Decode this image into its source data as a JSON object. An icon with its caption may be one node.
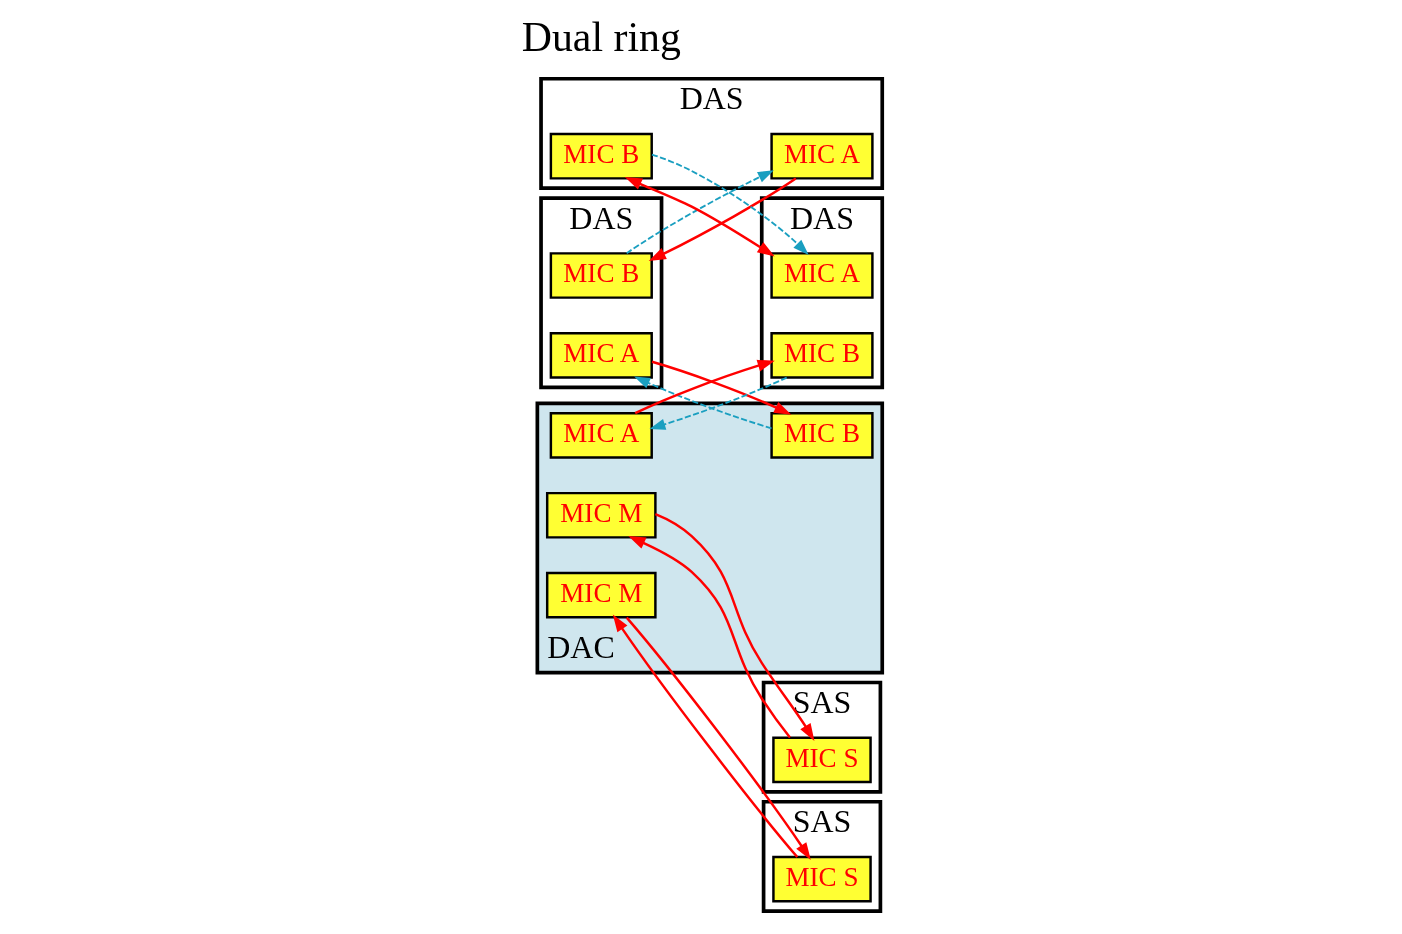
{
  "diagram": {
    "nodes": [
      {
        "text": [
          "DAS"
        ]
      },
      {
        "text": [
          "MIC B"
        ],
        "in": 0
      },
      {
        "text": [
          "MIC A"
        ],
        "in": 0
      },
      {
        "text": [
          "DAS"
        ]
      },
      {
        "text": [
          "MIC A"
        ],
        "in": 3
      },
      {
        "text": [
          "MIC B"
        ],
        "in": 3
      },
      {
        "text": [
          "DAC"
        ]
      },
      {
        "text": [
          "MIC B"
        ],
        "in": 6
      },
      {
        "text": [
          "MIC M"
        ],
        "in": 6
      },
      {
        "text": [
          "MIC A"
        ],
        "in": 6
      },
      {
        "text": [
          "MIC M"
        ],
        "in": 6
      },
      {
        "text": [
          "SAS"
        ]
      },
      {
        "text": [
          "MIC S"
        ],
        "in": 11
      },
      {
        "text": [
          "SAS"
        ]
      },
      {
        "text": [
          "MIC S"
        ],
        "in": 13
      },
      {
        "text": [
          "DAS"
        ]
      },
      {
        "text": [
          "MIC A"
        ],
        "in": 15
      },
      {
        "text": [
          "MIC B"
        ],
        "in": 15
      }
    ],
    "edges": [
      {
        "from": 4,
        "to": 1,
        "arrow": "to"
      },
      {
        "from": 2,
        "to": 7,
        "arrow": "to"
      },
      {
        "from": 9,
        "to": 17,
        "arrow": "to"
      },
      {
        "from": 16,
        "to": 5,
        "arrow": "both"
      },
      {
        "from": 1,
        "to": 4,
        "arrow": "to",
        "style": "dashed",
        "color": "#1a9fc0"
      },
      {
        "from": 7,
        "to": 2,
        "arrow": "to",
        "style": "dashed",
        "color": "#1a9fc0"
      },
      {
        "from": 17,
        "to": 9,
        "arrow": "to",
        "style": "dashed",
        "color": "#1a9fc0"
      },
      {
        "from": 5,
        "to": 16,
        "arrow": "to",
        "style": "dashed",
        "color": "#1a9fc0"
      },
      {
        "from": 12,
        "to": 8,
        "arrow": "to"
      },
      {
        "from": 8,
        "to": 12,
        "arrow": "to"
      },
      {
        "from": 14,
        "to": 10,
        "arrow": "to"
      },
      {
        "from": 10,
        "to": 14,
        "arrow": "to"
      }
    ],
    "labels": [
      "Dual ring"
    ]
  }
}
